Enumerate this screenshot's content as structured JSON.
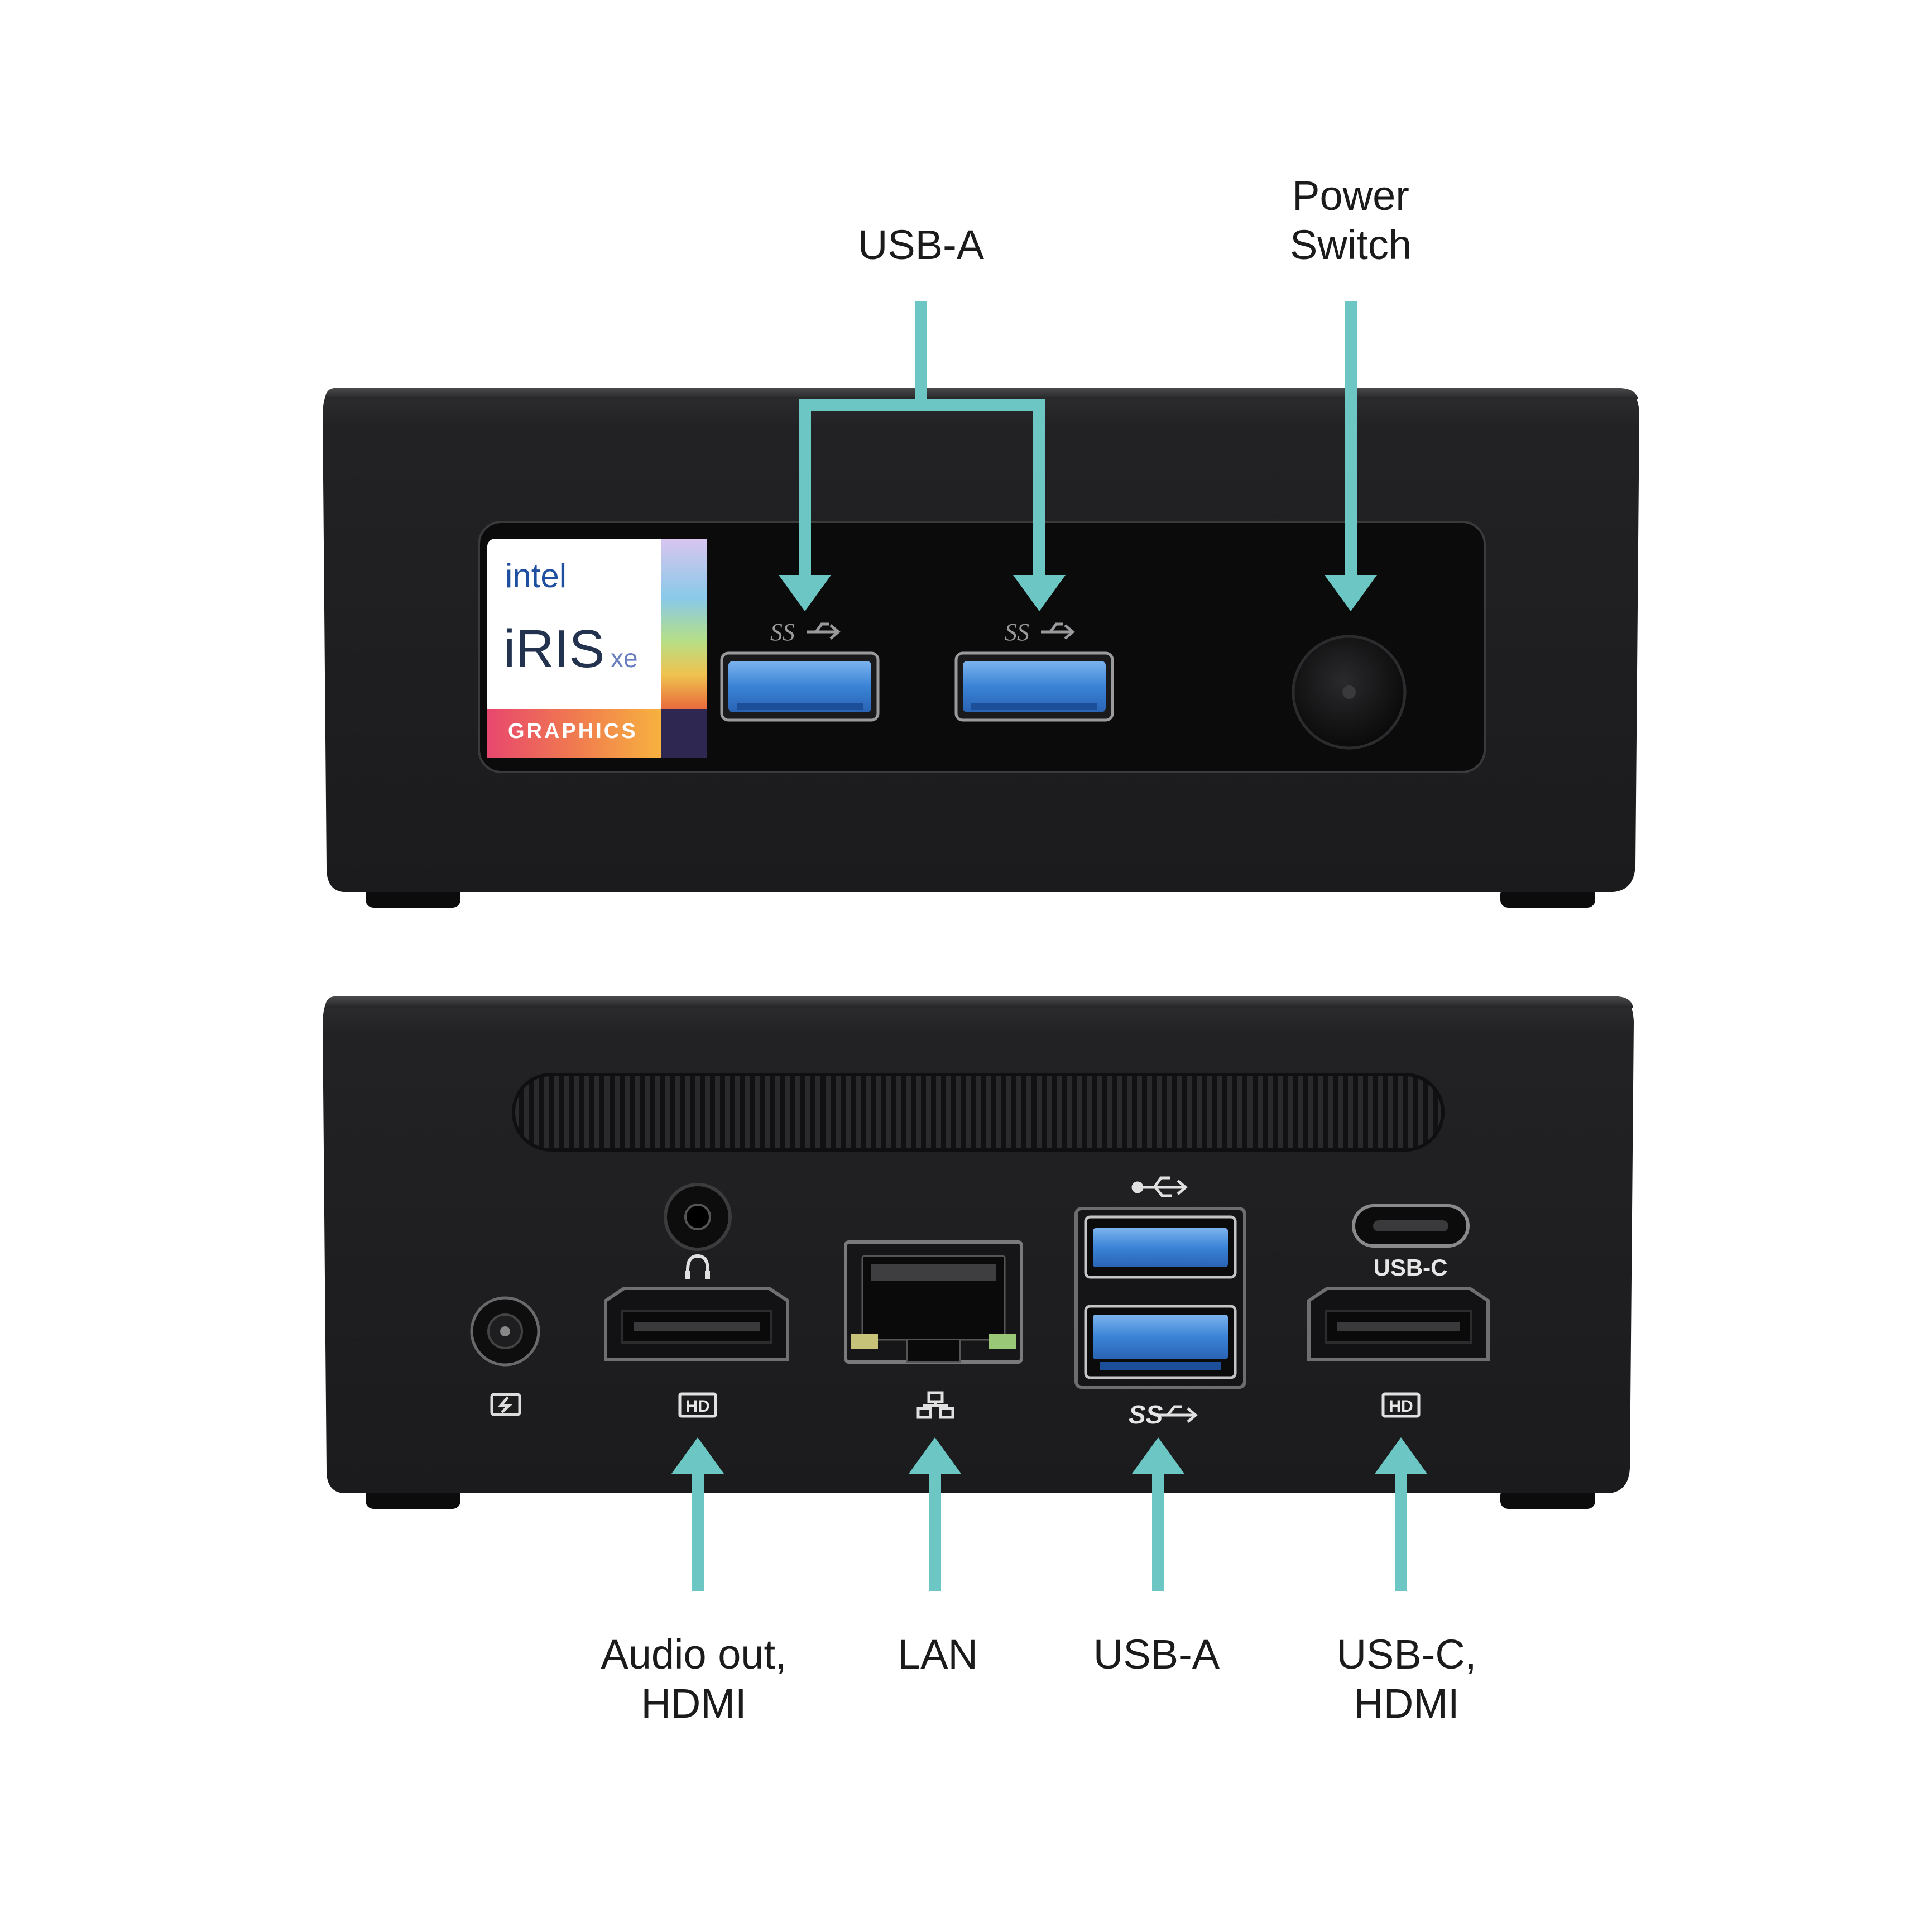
{
  "accent_color": "#6cc6c3",
  "front_panel": {
    "badge": {
      "brand": "intel",
      "product": "iRIS",
      "product_suffix": "xe",
      "tagline": "GRAPHICS"
    },
    "port_markings": [
      "SS",
      "SS"
    ]
  },
  "rear_panel": {
    "port_markings": {
      "usb_c": "USB-C",
      "hdmi_1": "HD",
      "hdmi_2": "HD",
      "usb_a_ss": "SS"
    }
  },
  "callouts": {
    "front_usb_a": [
      "USB-A"
    ],
    "power_switch": [
      "Power",
      "Switch"
    ],
    "audio_hdmi": [
      "Audio out,",
      "HDMI"
    ],
    "lan": [
      "LAN"
    ],
    "rear_usb_a": [
      "USB-A"
    ],
    "usbc_hdmi": [
      "USB-C,",
      "HDMI"
    ]
  }
}
